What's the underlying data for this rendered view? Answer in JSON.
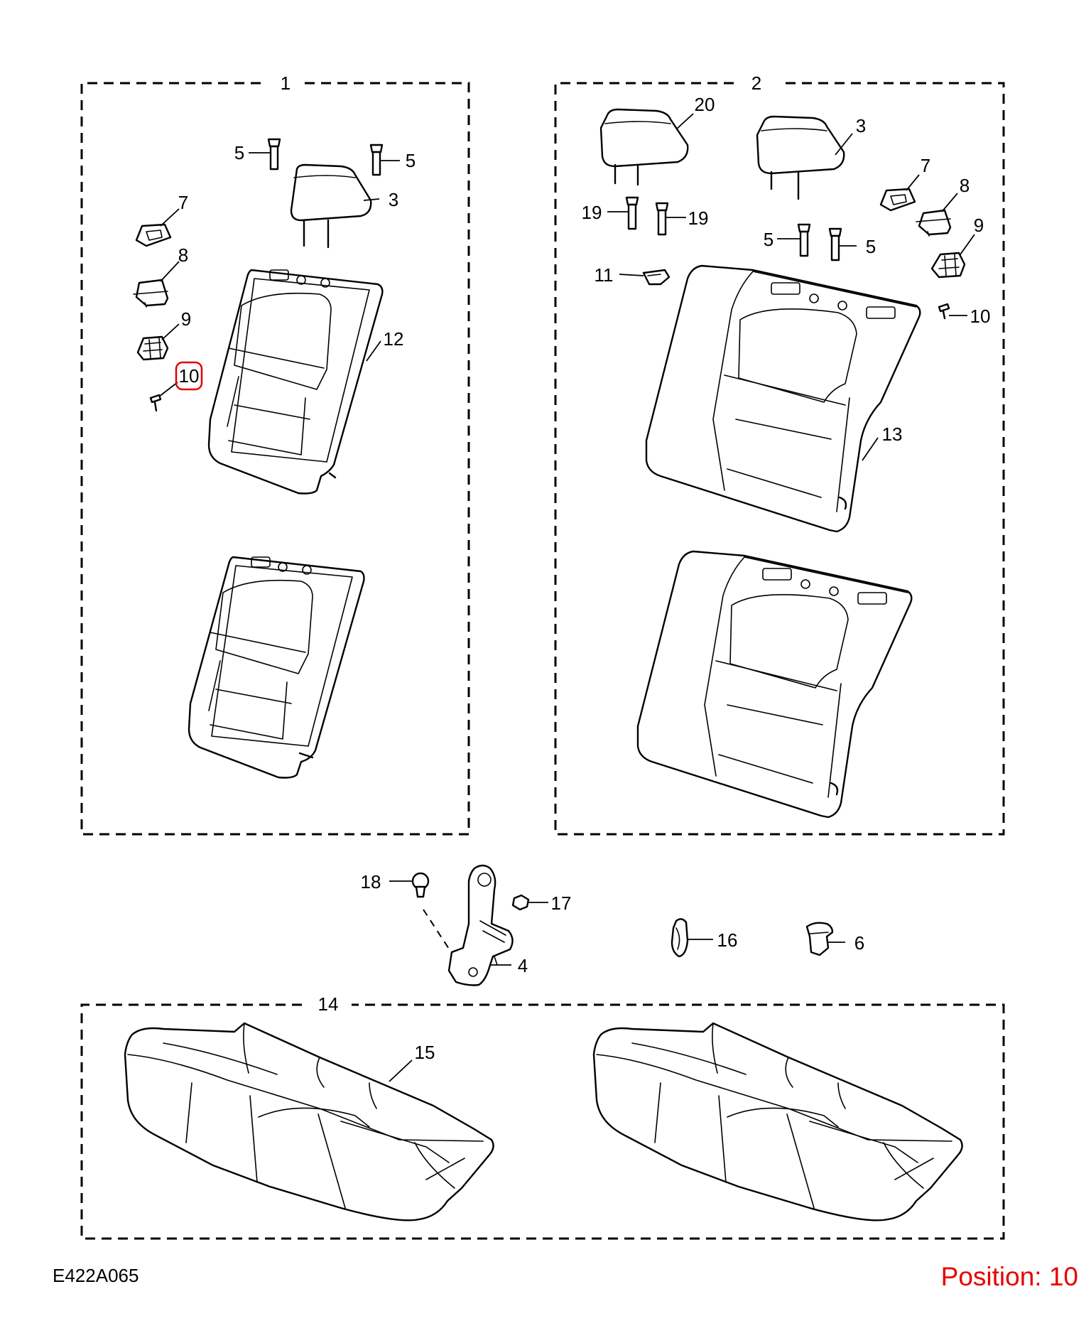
{
  "diagram": {
    "code": "E422A065",
    "position_text": "Position: 10",
    "highlight_color": "#e60000",
    "groups": [
      {
        "id": "group-1",
        "label": "1"
      },
      {
        "id": "group-2",
        "label": "2"
      },
      {
        "id": "group-14",
        "label": "14"
      }
    ],
    "callouts": {
      "g1_5a": "5",
      "g1_5b": "5",
      "g1_3": "3",
      "g1_7": "7",
      "g1_8": "8",
      "g1_9": "9",
      "g1_10": "10",
      "g1_12": "12",
      "g2_20": "20",
      "g2_3": "3",
      "g2_7": "7",
      "g2_8": "8",
      "g2_9": "9",
      "g2_19a": "19",
      "g2_19b": "19",
      "g2_5a": "5",
      "g2_5b": "5",
      "g2_11": "11",
      "g2_10": "10",
      "g2_13": "13",
      "m_18": "18",
      "m_17": "17",
      "m_4": "4",
      "m_16": "16",
      "m_6": "6",
      "g14_15": "15"
    }
  }
}
